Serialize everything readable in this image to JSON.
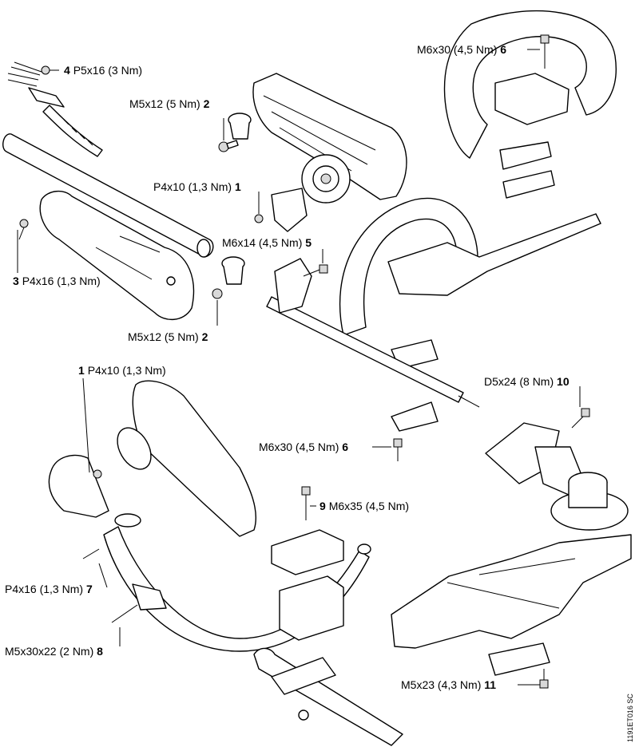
{
  "labels": [
    {
      "id": "4",
      "num": "4",
      "text": "P5x16 (3 Nm)"
    },
    {
      "id": "2a",
      "num": "2",
      "text": "M5x12 (5 Nm)"
    },
    {
      "id": "1a",
      "num": "1",
      "text": "P4x10 (1,3 Nm)"
    },
    {
      "id": "6a",
      "num": "6",
      "text": "M6x30 (4,5 Nm)"
    },
    {
      "id": "5",
      "num": "5",
      "text": "M6x14 (4,5 Nm)"
    },
    {
      "id": "3",
      "num": "3",
      "text": "P4x16 (1,3 Nm)"
    },
    {
      "id": "2b",
      "num": "2",
      "text": "M5x12 (5 Nm)"
    },
    {
      "id": "1b",
      "num": "1",
      "text": "P4x10 (1,3 Nm)"
    },
    {
      "id": "10",
      "num": "10",
      "text": "D5x24 (8 Nm)"
    },
    {
      "id": "6b",
      "num": "6",
      "text": "M6x30 (4,5 Nm)"
    },
    {
      "id": "9",
      "num": "9",
      "text": "M6x35 (4,5 Nm)"
    },
    {
      "id": "7",
      "num": "7",
      "text": "P4x16 (1,3 Nm)"
    },
    {
      "id": "8",
      "num": "8",
      "text": "M5x30x22 (2 Nm)"
    },
    {
      "id": "11",
      "num": "11",
      "text": "M5x23 (4,3 Nm)"
    }
  ],
  "drawing_code": "1191ET016 SC"
}
